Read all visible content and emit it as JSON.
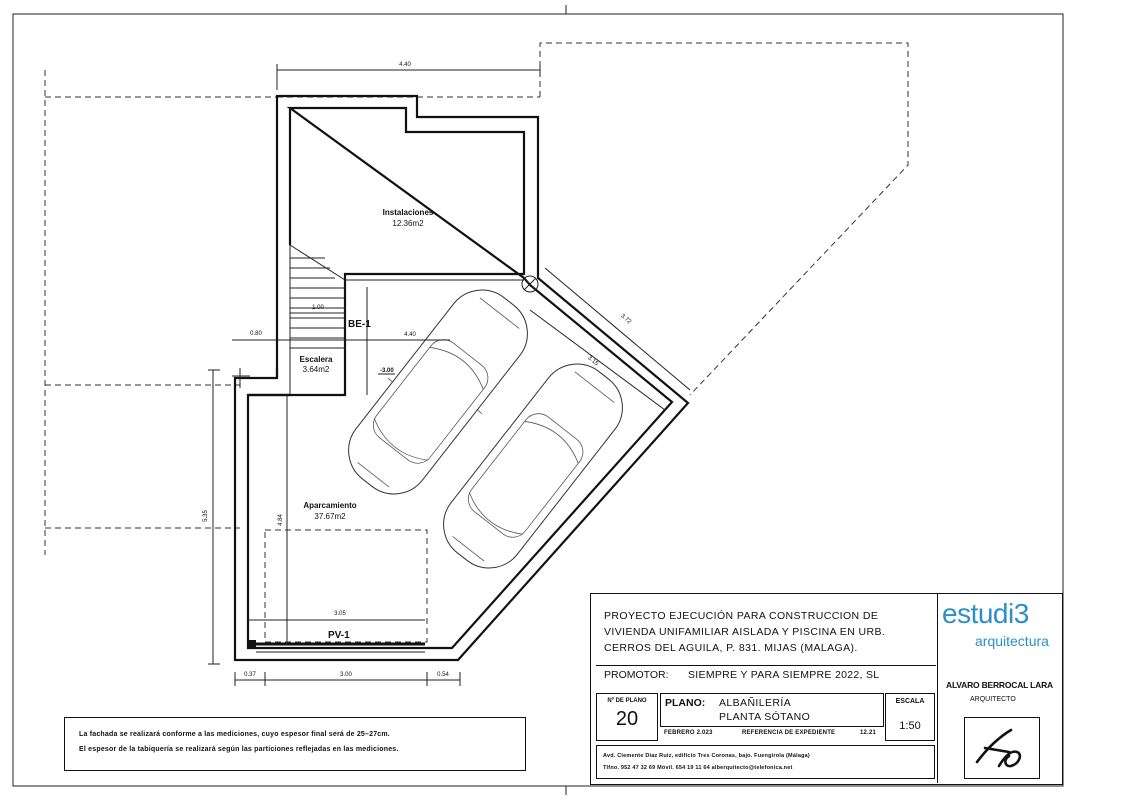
{
  "rooms": [
    {
      "name": "Instalaciones",
      "area": "12.36m2"
    },
    {
      "name": "Escalera",
      "area": "3.64m2"
    },
    {
      "name": "Aparcamiento",
      "area": "37.67m2"
    }
  ],
  "tags": {
    "be": "BE-1",
    "pv": "PV-1",
    "level": "-3.00"
  },
  "dimensions": {
    "top": "4.40",
    "left_offset": "0.80",
    "inner_width": "4.40",
    "diag_outer": "3.72",
    "diag_inner": "3.15",
    "stair_width": "1.00",
    "left_height": "5.35",
    "inner_height": "4.84",
    "bottom_inner": "3.05",
    "bottom_a": "0.37",
    "bottom_b": "3.00",
    "bottom_c": "0.54"
  },
  "note": {
    "line1": "La fachada se realizará conforme a las mediciones, cuyo espesor final será de 25–27cm.",
    "line2": "El espesor de la tabiquería se realizará según las particiones reflejadas en las mediciones."
  },
  "title_block": {
    "project_lines": [
      "PROYECTO EJECUCIÓN PARA CONSTRUCCION DE",
      "VIVIENDA UNIFAMILIAR AISLADA Y PISCINA EN URB.",
      "CERROS DEL AGUILA, P. 831. MIJAS (MALAGA)."
    ],
    "promotor_label": "PROMOTOR:",
    "promotor_value": "SIEMPRE Y PARA SIEMPRE 2022, SL",
    "plano_num_label": "Nº DE PLANO",
    "plano_num": "20",
    "plano_label": "PLANO:",
    "plano_line1": "ALBAÑILERÍA",
    "plano_line2": "PLANTA SÓTANO",
    "date": "FEBRERO 2.023",
    "ref_label": "REFERENCIA DE EXPEDIENTE",
    "ref_value": "12.21",
    "escala_label": "ESCALA",
    "escala_value": "1:50",
    "address_line1": "Avd. Clemente Díaz Ruiz, edificio Tres Coronas, bajo. Fuengirola (Málaga)",
    "address_line2": "Tlfno. 952 47 32 69     Móvil. 654 19 11 64     alberquitecto@telefonica.net"
  },
  "brand": {
    "name": "estudi3",
    "sub": "arquitectura",
    "color": "#2d8fc9"
  },
  "architect": {
    "name": "ALVARO BERROCAL LARA",
    "role": "ARQUITECTO"
  }
}
